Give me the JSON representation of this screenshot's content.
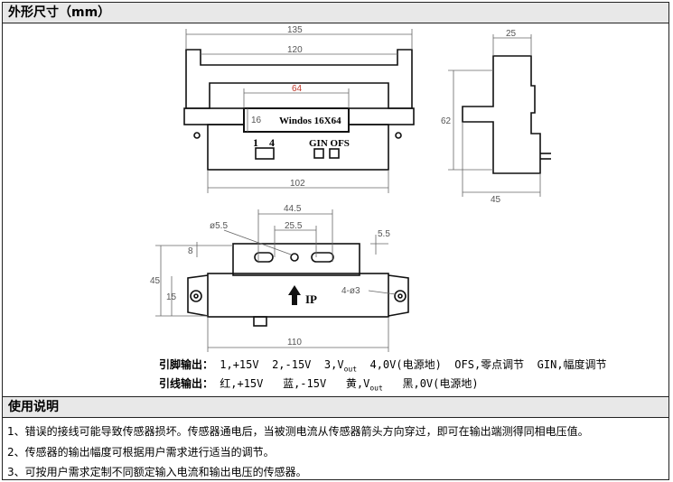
{
  "section_dims": {
    "title": "外形尺寸（mm）"
  },
  "top_view": {
    "dims": {
      "overall": "135",
      "inner": "120",
      "window": "64",
      "window_h": "16",
      "base": "102"
    },
    "model_label": "Windos 16X64",
    "pin_numbers": "1    4",
    "adjust_label": "GIN OFS"
  },
  "side_view": {
    "dims": {
      "top": "25",
      "height": "62",
      "bottom": "45"
    }
  },
  "bottom_view": {
    "dims": {
      "spacing": "44.5",
      "inner_spacing": "25.5",
      "hole": "ø5.5",
      "slot_h": "5.5",
      "tab": "8",
      "height": "45",
      "inner_h": "15",
      "mount_holes": "4-ø3",
      "length": "110"
    },
    "ip_label": "IP"
  },
  "pins": {
    "label": "引脚输出：",
    "p1": "1,+15V",
    "p2": "2,-15V",
    "p3": "3,V",
    "p3_sub": "out",
    "p4": "4,0V(电源地)",
    "ofs": "OFS,零点调节",
    "gin": "GIN,幅度调节"
  },
  "wires": {
    "label": "引线输出：",
    "red": "红,+15V",
    "blue": "蓝,-15V",
    "yellow": "黄,V",
    "yellow_sub": "out",
    "black": "黑,0V(电源地)"
  },
  "section_usage": {
    "title": "使用说明"
  },
  "notes": [
    "1、错误的接线可能导致传感器损坏。传感器通电后，当被测电流从传感器箭头方向穿过，即可在输出端测得同相电压值。",
    "2、传感器的输出幅度可根据用户需求进行适当的调节。",
    "3、可按用户需求定制不同额定输入电流和输出电压的传感器。"
  ]
}
